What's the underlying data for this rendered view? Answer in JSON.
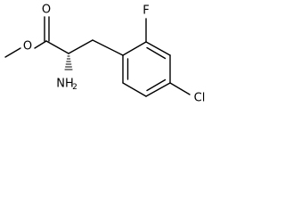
{
  "molecule": {
    "atoms": {
      "ester_oxygen": "O",
      "carbonyl_oxygen": "O",
      "amine_group": "NH",
      "amine_subscript": "2",
      "fluoro": "F",
      "chloro": "Cl"
    }
  }
}
